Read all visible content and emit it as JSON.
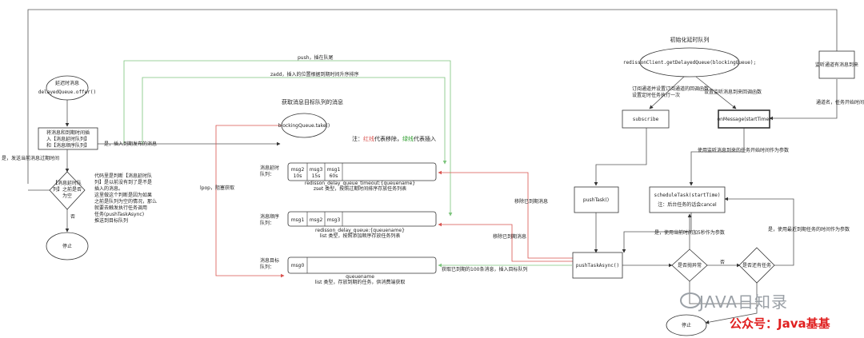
{
  "colors": {
    "line": "#555555",
    "green": "#7cc47c",
    "red": "#d9534f",
    "node_border": "#333333"
  },
  "start_node": {
    "title": "延迟时消息",
    "code": "delayedQueue.offer()"
  },
  "offer_box": {
    "line1": "将消息和到期时间插",
    "line2": "入【消息延时队列】",
    "line3": "和【消息顺序队列】"
  },
  "decision_left": {
    "line1": "【消息延时队",
    "line2": "列】之前是否",
    "line3": "为空"
  },
  "stop_left": "停止",
  "edge_labels": {
    "yes_insert_delay": "是，插入到期发布的消息",
    "yes_send_expired": "是，发送当前消息过期时间",
    "no": "否",
    "push": "push，插在队尾",
    "zadd": "zadd，插入的位置根据到期时间升序排序",
    "lpop": "lpop，阻塞获取",
    "move_expired_1": "移除已到期消息",
    "move_expired_2": "移除已到期消息",
    "get_expired": "获取已到期的100条消息，插入目标队列",
    "subscribe_note": "订阅通道并设置订阅通道的回调函数",
    "subscribe_note2": "设置定时任务执行一次",
    "set_listener": "设置监听消息到来回调函数",
    "channel_ready": "通道名，任务开始时间",
    "use_listener": "使用监听消息到来的任务开始时间作为参数",
    "use_current": "是，使用当前时间加5秒作为参数",
    "use_latest": "是，使用最近到期任务的时间作为参数",
    "yes_cn": "是"
  },
  "explain_note": {
    "line1": "代码里是判断【消息延时队",
    "line2": "列】是以前没有到了是不是",
    "line3": "插入的消息。",
    "line4": "这里做这个判断是因为如果",
    "line5": "之前是队列为空的情况，那么",
    "line6": "就要去触发执行任务调用",
    "line7": "任务(pushTaskAsync)",
    "line8": "推送到目标队列"
  },
  "legend": {
    "prefix": "注：",
    "red": "红线",
    "red_desc": "代表移除，",
    "green": "绿线",
    "green_desc": "代表插入"
  },
  "blocking_title": "获取消息目标队列的消息",
  "blocking_node": "blockingQueue.take()",
  "queues": {
    "delay": {
      "label1": "消息延时",
      "label2": "队列：",
      "cells": [
        {
          "name": "msg2",
          "time": "10s"
        },
        {
          "name": "msg3",
          "time": "15s"
        },
        {
          "name": "msg1",
          "time": "60s"
        }
      ],
      "name": "redisson_delay_queue_timeout:{queuename}",
      "desc": "zset 类型，按照过期时间排序存放任务列表"
    },
    "order": {
      "label1": "消息顺序",
      "label2": "队列：",
      "cells": [
        {
          "name": "msg1"
        },
        {
          "name": "msg2"
        },
        {
          "name": "msg3"
        }
      ],
      "name": "redisson_delay_queue:{queuename}",
      "desc": "list 类型，按照添加顺序存放任务列表"
    },
    "target": {
      "label1": "消息目标",
      "label2": "队列：",
      "cells": [
        {
          "name": "msg0"
        }
      ],
      "name": "queuename",
      "desc": "list 类型，存放到期的任务，供消费端获取"
    }
  },
  "init_title": "初始化延时队列",
  "init_code": "redissonClient.getDelayedQueue(blockingQueue);",
  "listen_channel": "监听通道有消息到来",
  "subscribe_node": "subscribe",
  "on_message_node": "onMessage(startTime)",
  "schedule_node": {
    "line1": "scheduleTask(startTime)",
    "line2": "注：后台任务的话会cancel"
  },
  "push_task_node": "pushTask()",
  "push_task_async_node": "pushTaskAsync()",
  "decision_exception": "是否抛异常",
  "decision_more": "是否还有任务",
  "stop_right": "停止",
  "watermark": "JAVA日知录",
  "watermark2": "公众号：Java基基"
}
